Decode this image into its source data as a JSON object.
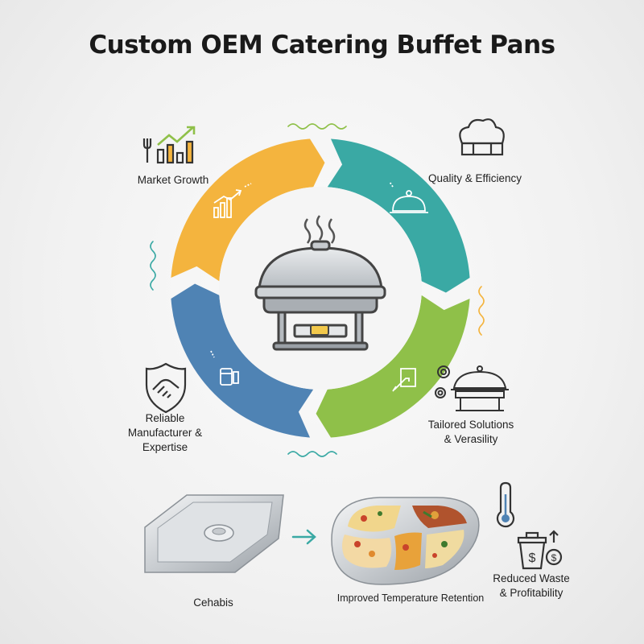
{
  "title": "Custom OEM Catering Buffet Pans",
  "cycle": {
    "segments": [
      {
        "label": "Market Growth",
        "color": "#f4b43e",
        "icon": "growth-chart-icon"
      },
      {
        "label": "Quality & Efficiency",
        "color": "#3aa9a4",
        "icon": "chef-hat-icon"
      },
      {
        "label": "Tailored Solutions\n& Verasility",
        "color": "#8fc049",
        "icon": "chafing-dish-gears-icon"
      },
      {
        "label": "Reliable\nManufacturer &\nExpertise",
        "color": "#4f83b4",
        "icon": "handshake-shield-icon"
      }
    ],
    "center_icon": "chafing-dish-icon"
  },
  "bottom": {
    "pan_label": "Cehabis",
    "tray_label": "Improved Temperature Retention",
    "waste_label": "Reduced Waste\n& Profitability",
    "icons": [
      "steam-pan-icon",
      "arrow-right-icon",
      "food-tray-icon",
      "thermometer-icon",
      "trash-dollar-icon"
    ]
  },
  "colors": {
    "accent_teal": "#3aa9a4",
    "accent_green": "#8fc049",
    "accent_orange": "#f4b43e",
    "accent_blue": "#4f83b4"
  }
}
